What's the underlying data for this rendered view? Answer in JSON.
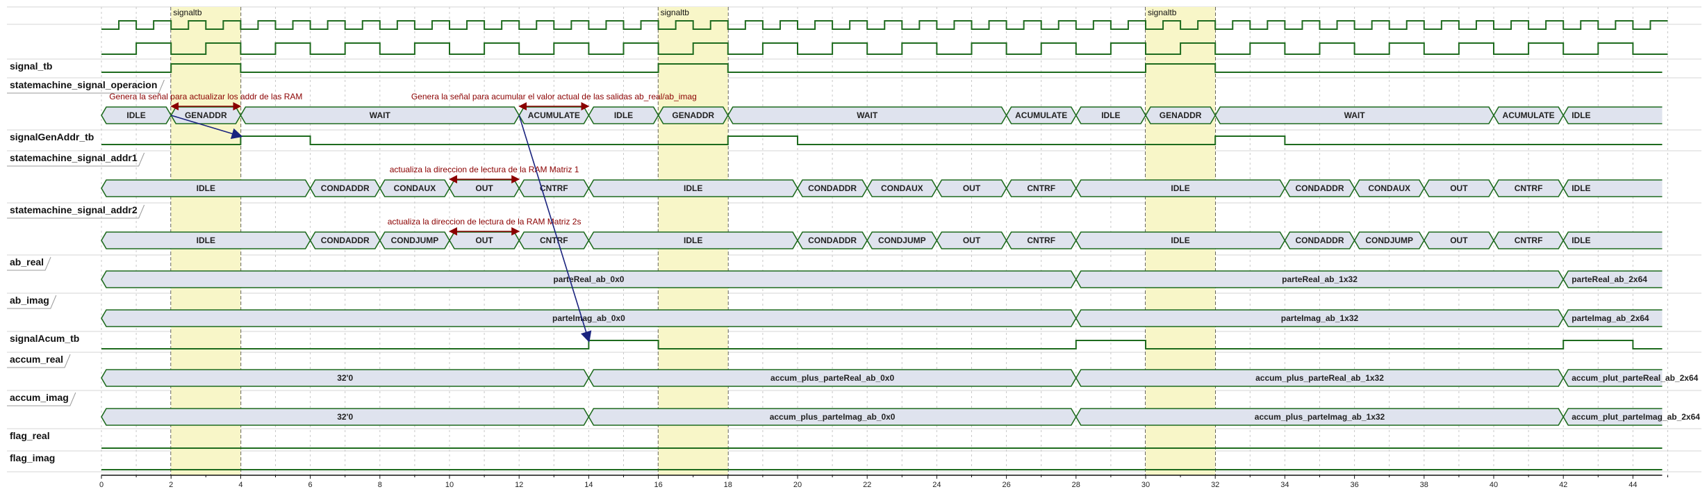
{
  "time_axis": {
    "start": 0,
    "end": 45,
    "labels": [
      "0",
      "2",
      "4",
      "6",
      "8",
      "10",
      "12",
      "14",
      "16",
      "18",
      "20",
      "22",
      "24",
      "26",
      "28",
      "30",
      "32",
      "34",
      "36",
      "38",
      "40",
      "42",
      "44"
    ]
  },
  "markers": [
    {
      "label": "signaltb",
      "start": 2,
      "end": 4
    },
    {
      "label": "signaltb",
      "start": 16,
      "end": 18
    },
    {
      "label": "signaltb",
      "start": 30,
      "end": 32
    }
  ],
  "signals": [
    {
      "id": "clk1",
      "label": "",
      "type": "clock",
      "period": 1,
      "offset": 0
    },
    {
      "id": "clk2",
      "label": "",
      "type": "clock",
      "period": 2,
      "offset": 0
    },
    {
      "id": "signal_tb",
      "label": "signal_tb",
      "type": "bit",
      "edges": [
        [
          0,
          0
        ],
        [
          2,
          1
        ],
        [
          4,
          0
        ],
        [
          16,
          1
        ],
        [
          18,
          0
        ],
        [
          30,
          1
        ],
        [
          32,
          0
        ]
      ]
    },
    {
      "id": "statemachine_signal_operacion",
      "label": "statemachine_signal_operacion",
      "type": "bus",
      "slanted": true,
      "segments": [
        {
          "from": 0,
          "to": 2,
          "value": "IDLE"
        },
        {
          "from": 2,
          "to": 4,
          "value": "GENADDR"
        },
        {
          "from": 4,
          "to": 12,
          "value": "WAIT"
        },
        {
          "from": 12,
          "to": 14,
          "value": "ACUMULATE"
        },
        {
          "from": 14,
          "to": 16,
          "value": "IDLE"
        },
        {
          "from": 16,
          "to": 18,
          "value": "GENADDR"
        },
        {
          "from": 18,
          "to": 26,
          "value": "WAIT"
        },
        {
          "from": 26,
          "to": 28,
          "value": "ACUMULATE"
        },
        {
          "from": 28,
          "to": 30,
          "value": "IDLE"
        },
        {
          "from": 30,
          "to": 32,
          "value": "GENADDR"
        },
        {
          "from": 32,
          "to": 40,
          "value": "WAIT"
        },
        {
          "from": 40,
          "to": 42,
          "value": "ACUMULATE"
        },
        {
          "from": 42,
          "to": 45,
          "value": "IDLE"
        }
      ]
    },
    {
      "id": "signalGenAddr_tb",
      "label": "signalGenAddr_tb",
      "type": "bit",
      "edges": [
        [
          0,
          0
        ],
        [
          4,
          1
        ],
        [
          6,
          0
        ],
        [
          18,
          1
        ],
        [
          20,
          0
        ],
        [
          32,
          1
        ],
        [
          34,
          0
        ]
      ]
    },
    {
      "id": "statemachine_signal_addr1",
      "label": "statemachine_signal_addr1",
      "type": "bus",
      "slanted": true,
      "segments": [
        {
          "from": 0,
          "to": 6,
          "value": "IDLE"
        },
        {
          "from": 6,
          "to": 8,
          "value": "CONDADDR"
        },
        {
          "from": 8,
          "to": 10,
          "value": "CONDAUX"
        },
        {
          "from": 10,
          "to": 12,
          "value": "OUT"
        },
        {
          "from": 12,
          "to": 14,
          "value": "CNTRF"
        },
        {
          "from": 14,
          "to": 20,
          "value": "IDLE"
        },
        {
          "from": 20,
          "to": 22,
          "value": "CONDADDR"
        },
        {
          "from": 22,
          "to": 24,
          "value": "CONDAUX"
        },
        {
          "from": 24,
          "to": 26,
          "value": "OUT"
        },
        {
          "from": 26,
          "to": 28,
          "value": "CNTRF"
        },
        {
          "from": 28,
          "to": 34,
          "value": "IDLE"
        },
        {
          "from": 34,
          "to": 36,
          "value": "CONDADDR"
        },
        {
          "from": 36,
          "to": 38,
          "value": "CONDAUX"
        },
        {
          "from": 38,
          "to": 40,
          "value": "OUT"
        },
        {
          "from": 40,
          "to": 42,
          "value": "CNTRF"
        },
        {
          "from": 42,
          "to": 45,
          "value": "IDLE"
        }
      ]
    },
    {
      "id": "statemachine_signal_addr2",
      "label": "statemachine_signal_addr2",
      "type": "bus",
      "slanted": true,
      "segments": [
        {
          "from": 0,
          "to": 6,
          "value": "IDLE"
        },
        {
          "from": 6,
          "to": 8,
          "value": "CONDADDR"
        },
        {
          "from": 8,
          "to": 10,
          "value": "CONDJUMP"
        },
        {
          "from": 10,
          "to": 12,
          "value": "OUT"
        },
        {
          "from": 12,
          "to": 14,
          "value": "CNTRF"
        },
        {
          "from": 14,
          "to": 20,
          "value": "IDLE"
        },
        {
          "from": 20,
          "to": 22,
          "value": "CONDADDR"
        },
        {
          "from": 22,
          "to": 24,
          "value": "CONDJUMP"
        },
        {
          "from": 24,
          "to": 26,
          "value": "OUT"
        },
        {
          "from": 26,
          "to": 28,
          "value": "CNTRF"
        },
        {
          "from": 28,
          "to": 34,
          "value": "IDLE"
        },
        {
          "from": 34,
          "to": 36,
          "value": "CONDADDR"
        },
        {
          "from": 36,
          "to": 38,
          "value": "CONDJUMP"
        },
        {
          "from": 38,
          "to": 40,
          "value": "OUT"
        },
        {
          "from": 40,
          "to": 42,
          "value": "CNTRF"
        },
        {
          "from": 42,
          "to": 45,
          "value": "IDLE"
        }
      ]
    },
    {
      "id": "ab_real",
      "label": "ab_real",
      "type": "bus",
      "slanted": true,
      "segments": [
        {
          "from": 0,
          "to": 28,
          "value": "parteReal_ab_0x0"
        },
        {
          "from": 28,
          "to": 42,
          "value": "parteReal_ab_1x32"
        },
        {
          "from": 42,
          "to": 45,
          "value": "parteReal_ab_2x64"
        }
      ]
    },
    {
      "id": "ab_imag",
      "label": "ab_imag",
      "type": "bus",
      "slanted": true,
      "segments": [
        {
          "from": 0,
          "to": 28,
          "value": "parteImag_ab_0x0"
        },
        {
          "from": 28,
          "to": 42,
          "value": "parteImag_ab_1x32"
        },
        {
          "from": 42,
          "to": 45,
          "value": "parteImag_ab_2x64"
        }
      ]
    },
    {
      "id": "signalAcum_tb",
      "label": "signalAcum_tb",
      "type": "bit",
      "edges": [
        [
          0,
          0
        ],
        [
          14,
          1
        ],
        [
          16,
          0
        ],
        [
          28,
          1
        ],
        [
          30,
          0
        ],
        [
          42,
          1
        ],
        [
          44,
          0
        ]
      ]
    },
    {
      "id": "accum_real",
      "label": "accum_real",
      "type": "bus",
      "slanted": true,
      "segments": [
        {
          "from": 0,
          "to": 14,
          "value": "32'0"
        },
        {
          "from": 14,
          "to": 28,
          "value": "accum_plus_parteReal_ab_0x0"
        },
        {
          "from": 28,
          "to": 42,
          "value": "accum_plus_parteReal_ab_1x32"
        },
        {
          "from": 42,
          "to": 45,
          "value": "accum_plut_parteReal_ab_2x64"
        }
      ]
    },
    {
      "id": "accum_imag",
      "label": "accum_imag",
      "type": "bus",
      "slanted": true,
      "segments": [
        {
          "from": 0,
          "to": 14,
          "value": "32'0"
        },
        {
          "from": 14,
          "to": 28,
          "value": "accum_plus_parteImag_ab_0x0"
        },
        {
          "from": 28,
          "to": 42,
          "value": "accum_plus_parteImag_ab_1x32"
        },
        {
          "from": 42,
          "to": 45,
          "value": "accum_plut_parteImag_ab_2x64"
        }
      ]
    },
    {
      "id": "flag_real",
      "label": "flag_real",
      "type": "bit",
      "edges": [
        [
          0,
          0
        ]
      ]
    },
    {
      "id": "flag_imag",
      "label": "flag_imag",
      "type": "bit",
      "edges": [
        [
          0,
          0
        ]
      ]
    }
  ],
  "annotations": [
    {
      "text": "Genera la señal para actualizar los addr de las RAM",
      "signal": "statemachine_signal_operacion",
      "arrow_from": 2,
      "arrow_to": 4
    },
    {
      "text": "Genera la señal para acumular el valor actual de las salidas ab_real/ab_imag",
      "signal": "statemachine_signal_operacion",
      "arrow_from": 12,
      "arrow_to": 14
    },
    {
      "text": "actualiza la direccion de lectura de la RAM Matriz 1",
      "signal": "statemachine_signal_addr1",
      "arrow_from": 10,
      "arrow_to": 12
    },
    {
      "text": "actualiza la direccion de lectura de la RAM Matriz 2s",
      "signal": "statemachine_signal_addr2",
      "arrow_from": 10,
      "arrow_to": 12
    }
  ],
  "causal_arrows": [
    {
      "from_signal": "statemachine_signal_operacion",
      "from_t": 2,
      "to_signal": "signalGenAddr_tb",
      "to_t": 4
    },
    {
      "from_signal": "statemachine_signal_operacion",
      "from_t": 12,
      "to_signal": "signalAcum_tb",
      "to_t": 14
    }
  ],
  "colors": {
    "wave": "#1e6b1e",
    "bus_fill": "#dfe3ee",
    "highlight": "#f8f6c8",
    "annotation": "#8b0000",
    "arrow": "#1a237e"
  }
}
